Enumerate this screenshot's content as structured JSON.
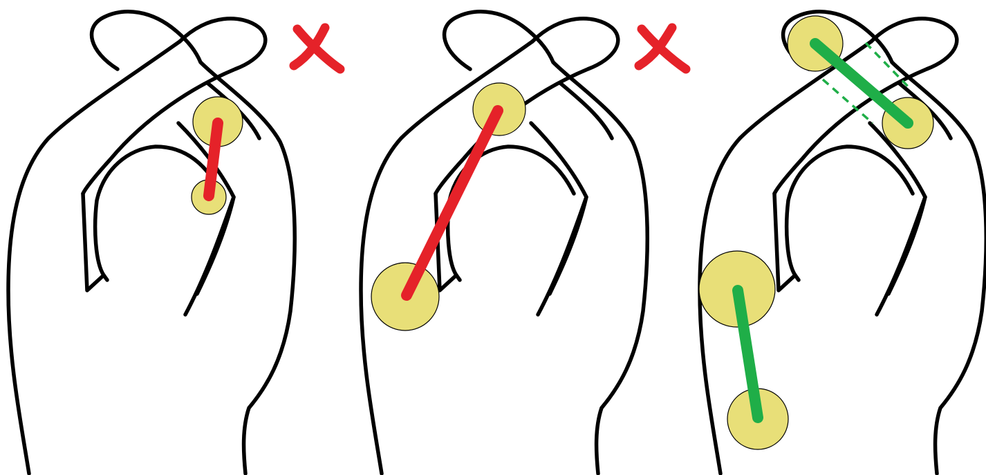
{
  "colors": {
    "background": "#ffffff",
    "outline": "#000000",
    "joint_fill": "#e8df78",
    "wrong": "#e52229",
    "correct": "#1fae48"
  },
  "panels": [
    {
      "verdict": "incorrect",
      "marker": "red-x-icon",
      "measurement_style": "solid"
    },
    {
      "verdict": "incorrect",
      "marker": "red-x-icon",
      "measurement_style": "solid"
    },
    {
      "verdict": "correct",
      "marker": "none",
      "measurement_style": "solid-with-dashed-guides"
    }
  ]
}
